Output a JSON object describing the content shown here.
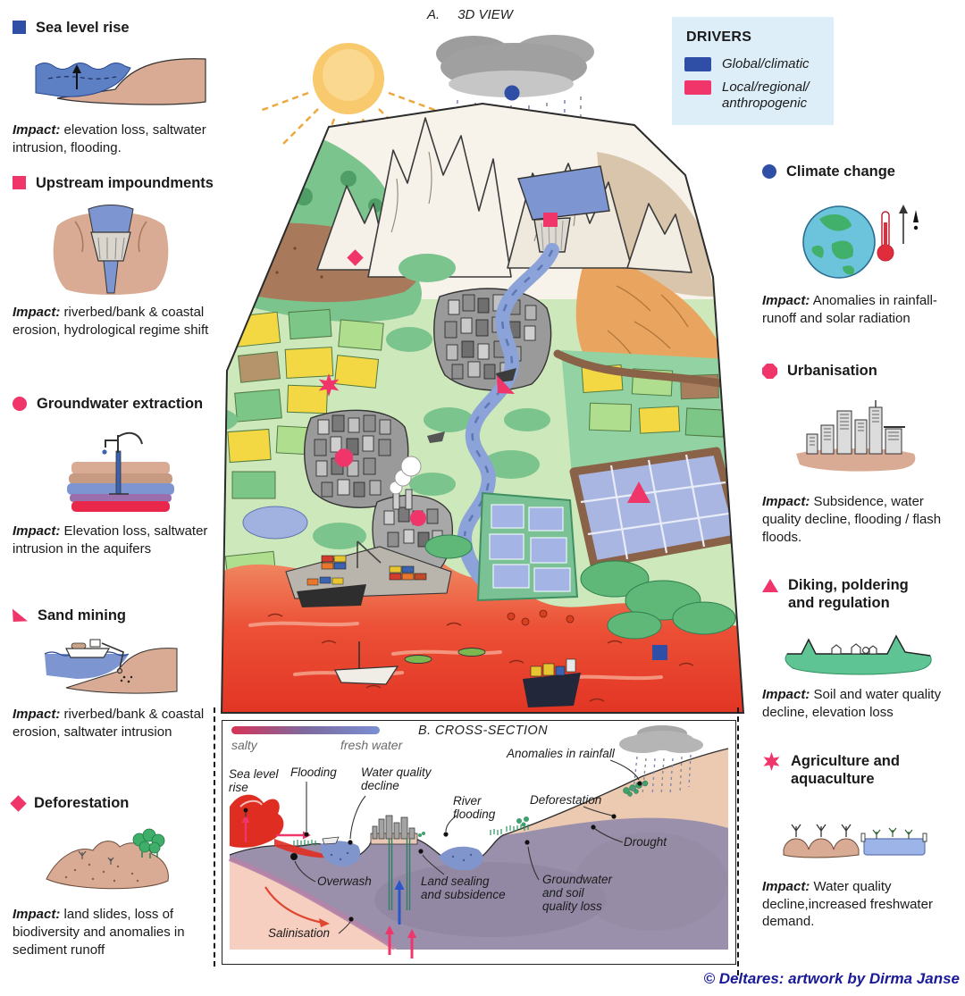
{
  "titles": {
    "panel_a_prefix": "A.",
    "panel_a": "3D VIEW"
  },
  "legend": {
    "title": "DRIVERS",
    "items": [
      {
        "label": "Global/climatic",
        "color": "#2e4fa5"
      },
      {
        "label": "Local/regional/\nanthropogenic",
        "color": "#f0356a"
      }
    ]
  },
  "left_drivers": [
    {
      "name": "Sea level rise",
      "impact_label": "Impact:",
      "impact": "elevation loss, saltwater intrusion, flooding."
    },
    {
      "name": "Upstream impoundments",
      "impact_label": "Impact:",
      "impact": "riverbed/bank & coastal erosion, hydrological regime shift"
    },
    {
      "name": "Groundwater extraction",
      "impact_label": "Impact:",
      "impact": "Elevation loss, saltwater intrusion in the aquifers"
    },
    {
      "name": "Sand mining",
      "impact_label": "Impact:",
      "impact": "riverbed/bank & coastal erosion, saltwater intrusion"
    },
    {
      "name": "Deforestation",
      "impact_label": "Impact:",
      "impact": "land slides, loss of biodiversity and anomalies in sediment runoff"
    }
  ],
  "right_drivers": [
    {
      "name": "Climate change",
      "impact_label": "Impact:",
      "impact": "Anomalies in rainfall-runoff and solar radiation"
    },
    {
      "name": "Urbanisation",
      "impact_label": "Impact:",
      "impact": "Subsidence, water quality decline, flooding / flash floods."
    },
    {
      "name": "Diking, poldering\nand regulation",
      "impact_label": "Impact:",
      "impact": "Soil and water quality decline, elevation loss"
    },
    {
      "name": "Agriculture and\naquaculture",
      "impact_label": "Impact:",
      "impact": "Water quality decline,increased freshwater demand."
    }
  ],
  "cross_section": {
    "title": "B. CROSS-SECTION",
    "gradient_left": "salty",
    "gradient_right": "fresh water",
    "labels": {
      "sea_level_rise": "Sea level\nrise",
      "flooding": "Flooding",
      "water_quality_decline": "Water quality\ndecline",
      "river_flooding": "River\nflooding",
      "anomalies_in_rainfall": "Anomalies in rainfall",
      "deforestation": "Deforestation",
      "drought": "Drought",
      "overwash": "Overwash",
      "land_sealing": "Land sealing\nand subsidence",
      "groundwater_soil": "Groundwater\nand soil\nquality loss",
      "salinisation": "Salinisation"
    }
  },
  "colors": {
    "driver_global": "#2e4fa5",
    "driver_local": "#f0356a",
    "legend_bg": "#ddeef8",
    "sea_salty": "#e8472e",
    "fresh_water": "#8ba3d8",
    "credit_navy": "#1a1a99"
  },
  "credit": "© Deltares: artwork by Dirma Janse"
}
